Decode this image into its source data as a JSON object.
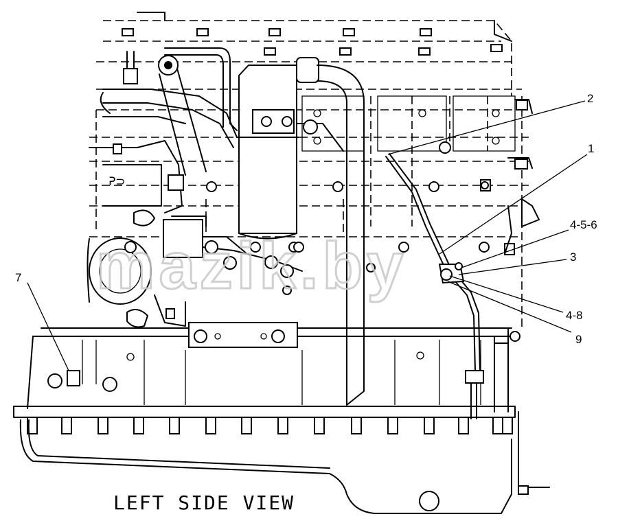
{
  "view_title": "LEFT SIDE VIEW",
  "watermark": "mazik.by",
  "callouts": [
    {
      "id": "callout-2",
      "label": "2"
    },
    {
      "id": "callout-1",
      "label": "1"
    },
    {
      "id": "callout-4-5-6",
      "label": "4-5-6"
    },
    {
      "id": "callout-3",
      "label": "3"
    },
    {
      "id": "callout-4-8",
      "label": "4-8"
    },
    {
      "id": "callout-9",
      "label": "9"
    },
    {
      "id": "callout-7",
      "label": "7"
    }
  ],
  "colors": {
    "ink": "#000000",
    "paper": "#ffffff",
    "watermark": "#c8c8c8"
  }
}
